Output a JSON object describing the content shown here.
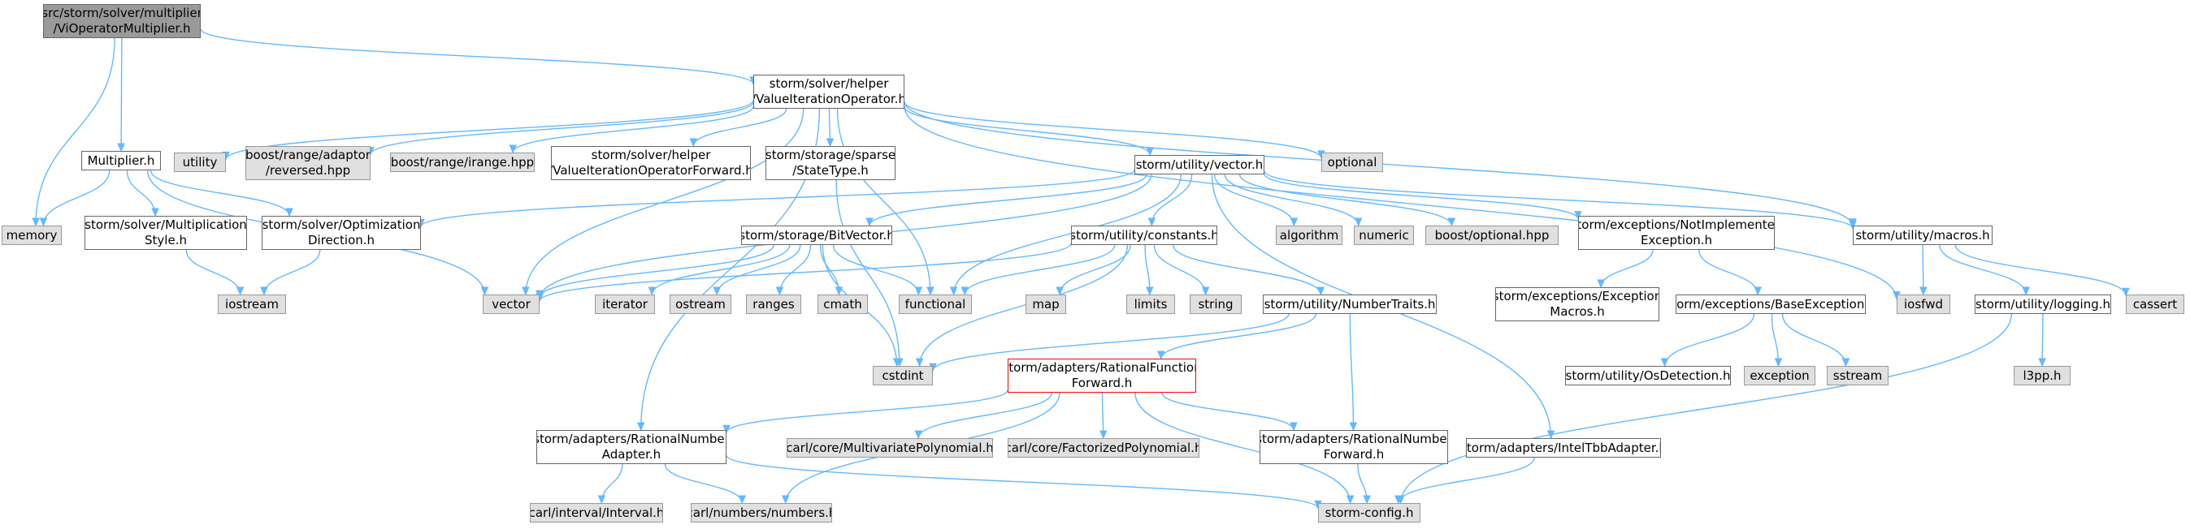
{
  "colors": {
    "edge": "#63b8ff",
    "node_border": "#666666",
    "external_fill": "#e0e0e0",
    "root_fill": "#9a9a9a",
    "highlight_border": "#ff0000"
  },
  "nodes": {
    "root": "src/storm/solver/multiplier\n/ViOperatorMultiplier.h",
    "vio": "storm/solver/helper\n/ValueIterationOperator.h",
    "multiplier": "Multiplier.h",
    "memory": "memory",
    "multstyle": "storm/solver/Multiplication\nStyle.h",
    "optdir": "storm/solver/Optimization\nDirection.h",
    "iostream": "iostream",
    "utility": "utility",
    "reversed": "boost/range/adaptor\n/reversed.hpp",
    "irange": "boost/range/irange.hpp",
    "viofwd": "storm/solver/helper\n/ValueIterationOperatorForward.h",
    "statetype": "storm/storage/sparse\n/StateType.h",
    "vectorh": "storm/utility/vector.h",
    "optional": "optional",
    "bitvector": "storm/storage/BitVector.h",
    "constants": "storm/utility/constants.h",
    "algorithm": "algorithm",
    "numeric": "numeric",
    "boostopt": "boost/optional.hpp",
    "notimpl": "storm/exceptions/NotImplemented\nException.h",
    "macros": "storm/utility/macros.h",
    "vector": "vector",
    "iterator": "iterator",
    "ostream": "ostream",
    "ranges": "ranges",
    "cmath": "cmath",
    "functional": "functional",
    "map": "map",
    "limits": "limits",
    "string": "string",
    "numtraits": "storm/utility/NumberTraits.h",
    "excmacros": "storm/exceptions/Exception\nMacros.h",
    "baseexc": "storm/exceptions/BaseException.h",
    "iosfwd": "iosfwd",
    "logging": "storm/utility/logging.h",
    "cassert": "cassert",
    "cstdint": "cstdint",
    "ratfuncfwd": "storm/adapters/RationalFunction\nForward.h",
    "osdetect": "storm/utility/OsDetection.h",
    "exception": "exception",
    "sstream": "sstream",
    "l3pp": "l3pp.h",
    "ratnumadapter": "storm/adapters/RationalNumber\nAdapter.h",
    "multipoly": "carl/core/MultivariatePolynomial.h",
    "factpoly": "carl/core/FactorizedPolynomial.h",
    "ratnumfwd": "storm/adapters/RationalNumber\nForward.h",
    "inteltbb": "storm/adapters/IntelTbbAdapter.h",
    "interval": "carl/interval/Interval.h",
    "numbers": "carl/numbers/numbers.h",
    "stormconfig": "storm-config.h"
  }
}
